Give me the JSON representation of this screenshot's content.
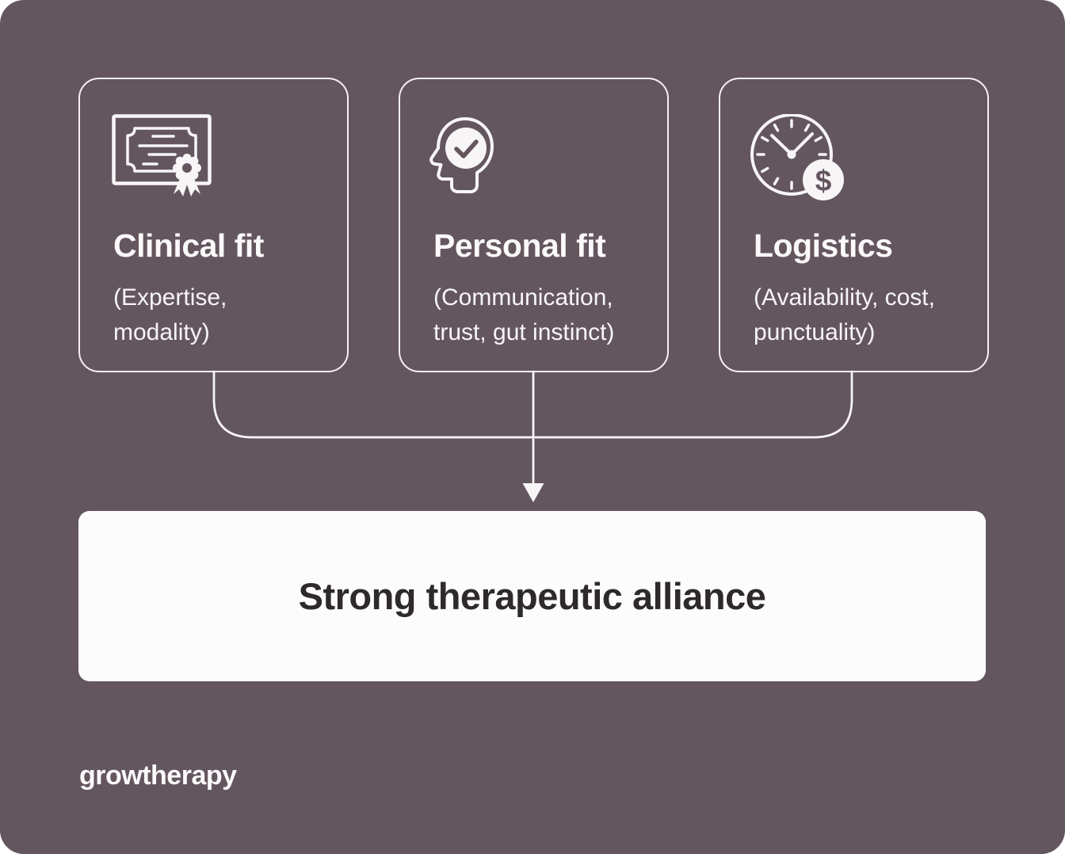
{
  "colors": {
    "canvas_background": "#64565F",
    "page_background": "#FFFFFF",
    "card_border": "#F5F1F3",
    "light_text": "#F8F5F7",
    "connector_line": "#F8F5F7",
    "result_box_background": "#FDFCFD",
    "result_box_text": "#2E2A2B"
  },
  "cards": [
    {
      "icon": "certificate-icon",
      "title": "Clinical fit",
      "subtitle_lines": [
        "(Expertise,",
        "modality)"
      ]
    },
    {
      "icon": "head-check-icon",
      "title": "Personal fit",
      "subtitle_lines": [
        "(Communication,",
        "trust, gut instinct)"
      ]
    },
    {
      "icon": "clock-dollar-icon",
      "title": "Logistics",
      "subtitle_lines": [
        "(Availability, cost,",
        "punctuality)"
      ]
    }
  ],
  "result_box": {
    "label": "Strong therapeutic alliance"
  },
  "logo": {
    "text": "growtherapy"
  },
  "icons": {
    "dollar_symbol": "$"
  }
}
